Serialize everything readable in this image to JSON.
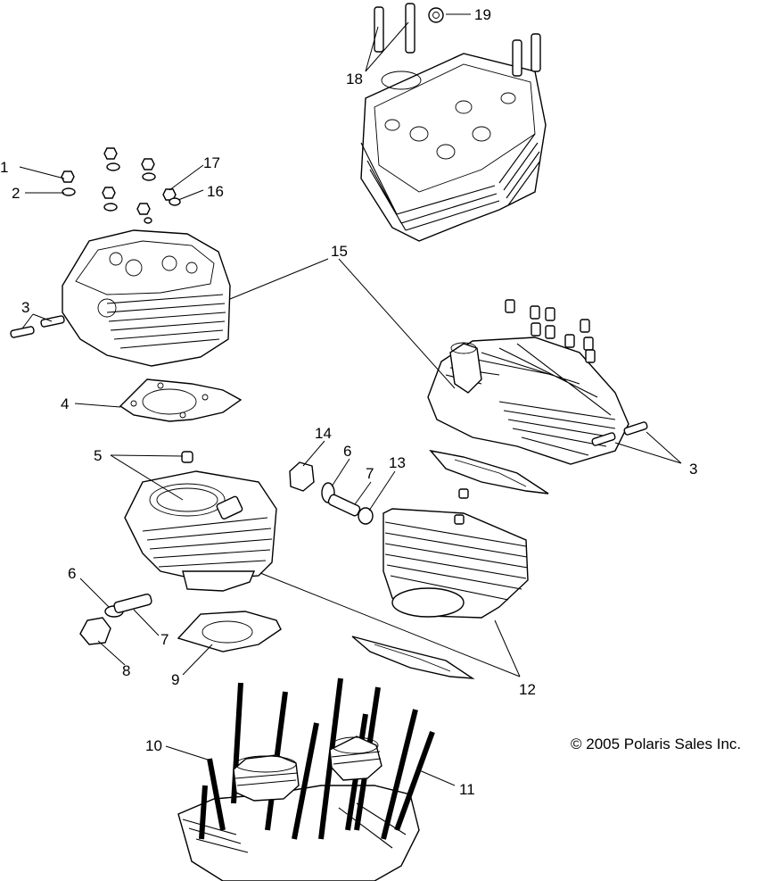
{
  "copyright": "© 2005 Polaris Sales Inc.",
  "callouts": {
    "c1": "1",
    "c2": "2",
    "c3a": "3",
    "c3b": "3",
    "c4": "4",
    "c5": "5",
    "c6a": "6",
    "c6b": "6",
    "c7a": "7",
    "c7b": "7",
    "c8": "8",
    "c9": "9",
    "c10": "10",
    "c11": "11",
    "c12": "12",
    "c13": "13",
    "c14": "14",
    "c15": "15",
    "c16": "16",
    "c17": "17",
    "c18": "18",
    "c19": "19"
  }
}
